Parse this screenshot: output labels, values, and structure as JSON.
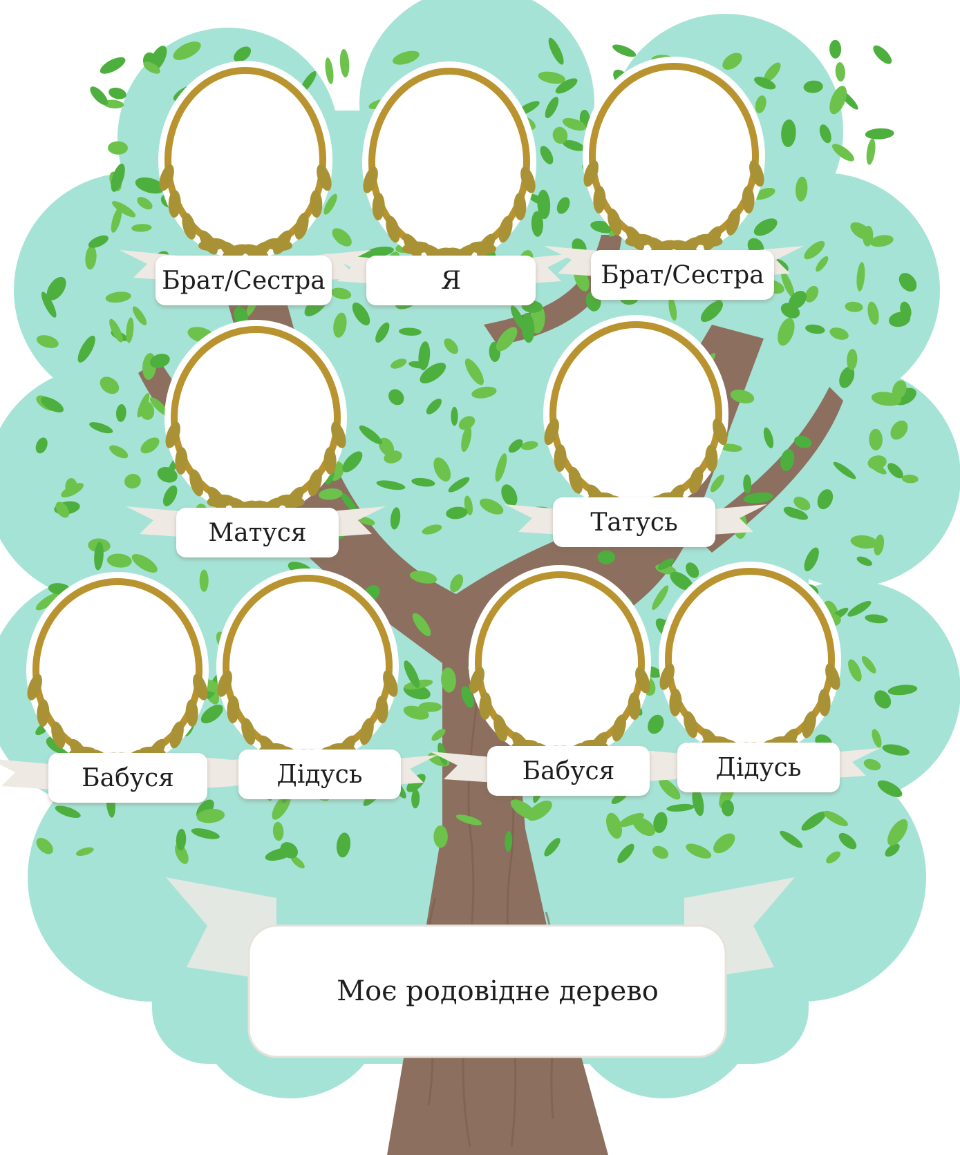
{
  "colors": {
    "canopy": "#a6e3d7",
    "leaf": "#6cc24a",
    "leaf_dark": "#4daf3d",
    "trunk": "#8c6f5e",
    "trunk_line": "#7a5e4e",
    "frame_gold": "#b8932f",
    "laurel": "#a99235",
    "ribbon": "#efe9e4"
  },
  "tree": {
    "title": "Моє родовідне дерево",
    "generations": [
      {
        "row": "children",
        "members": [
          {
            "id": "sibling-left",
            "label": "Брат/Сестра"
          },
          {
            "id": "me",
            "label": "Я"
          },
          {
            "id": "sibling-right",
            "label": "Брат/Сестра"
          }
        ]
      },
      {
        "row": "parents",
        "members": [
          {
            "id": "mother",
            "label": "Матуся"
          },
          {
            "id": "father",
            "label": "Татусь"
          }
        ]
      },
      {
        "row": "grandparents",
        "members": [
          {
            "id": "grandmother-maternal",
            "label": "Бабуся"
          },
          {
            "id": "grandfather-maternal",
            "label": "Дідусь"
          },
          {
            "id": "grandmother-paternal",
            "label": "Бабуся"
          },
          {
            "id": "grandfather-paternal",
            "label": "Дідусь"
          }
        ]
      }
    ]
  }
}
